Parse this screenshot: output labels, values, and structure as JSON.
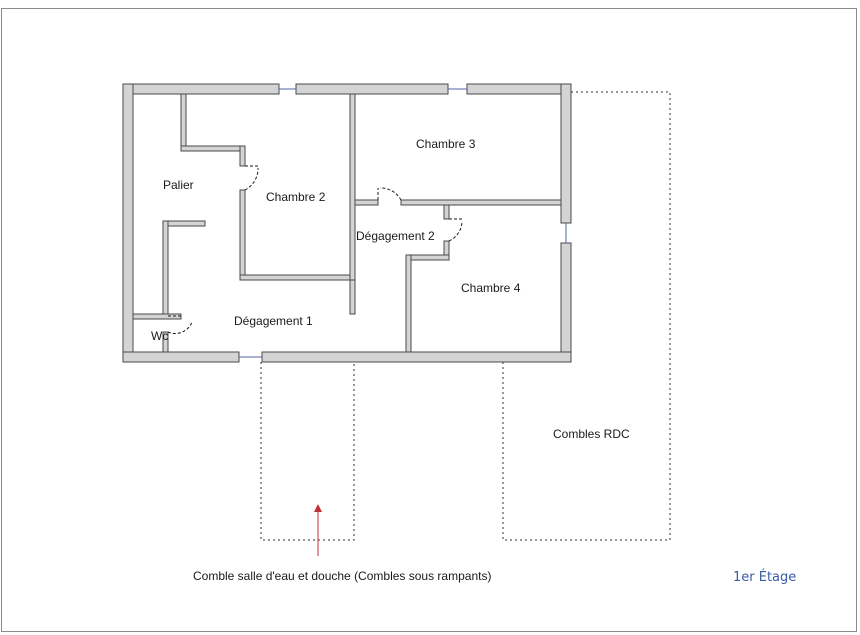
{
  "plan": {
    "rooms": {
      "palier": "Palier",
      "chambre2": "Chambre 2",
      "chambre3": "Chambre 3",
      "chambre4": "Chambre 4",
      "degagement1": "Dégagement 1",
      "degagement2": "Dégagement 2",
      "wc": "Wc"
    },
    "combles_rdc": "Combles RDC",
    "comble_caption": "Comble salle d'eau et douche (Combles sous rampants)",
    "floor_label": "1er Étage"
  },
  "colors": {
    "wall": "#d4d4d4",
    "wall_edge": "#4a4a4a",
    "arrow": "#c0303a",
    "window": "#5566aa",
    "floor_label": "#3a5aa8"
  }
}
